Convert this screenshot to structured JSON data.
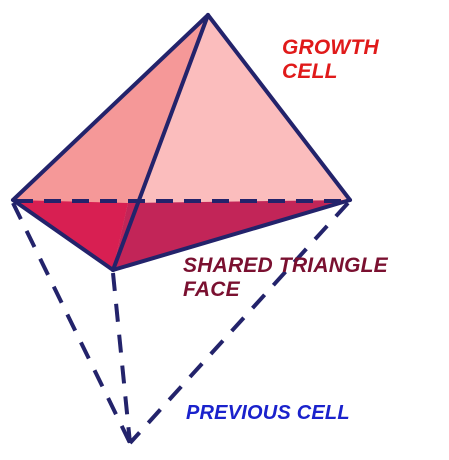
{
  "labels": {
    "growth_cell": "GROWTH\nCELL",
    "shared_face": "SHARED TRIANGLE\nFACE",
    "previous_cell": "PREVIOUS CELL"
  },
  "colors": {
    "outline": "#23236b",
    "growth_label": "#e01a1a",
    "shared_label": "#7a1030",
    "previous_label": "#1a22cc",
    "face_left": "#f59898",
    "face_right": "#fbbdbd",
    "face_shared_left": "#d81f52",
    "face_shared_right": "#c22558"
  }
}
